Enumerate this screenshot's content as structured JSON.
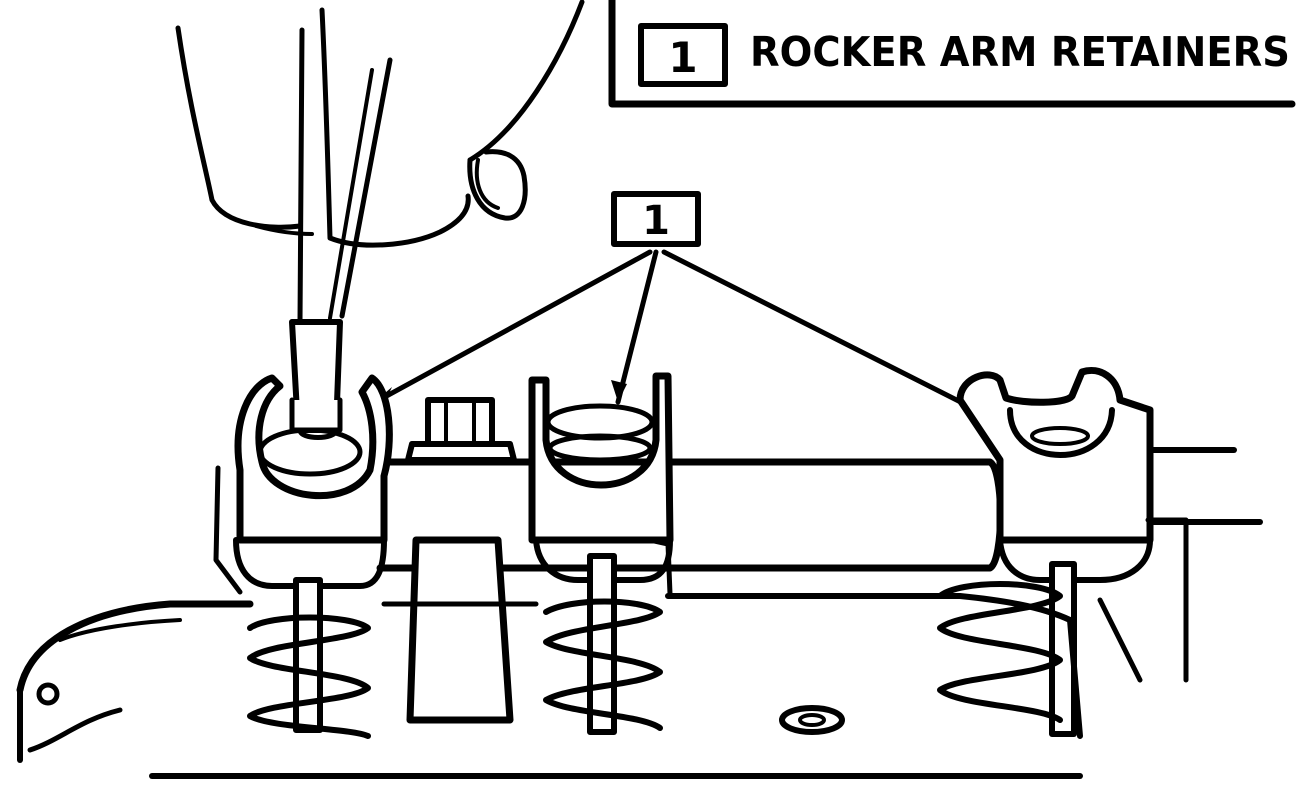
{
  "legend": {
    "number": "1",
    "text": "ROCKER ARM RETAINERS"
  },
  "callout": {
    "number": "1"
  }
}
